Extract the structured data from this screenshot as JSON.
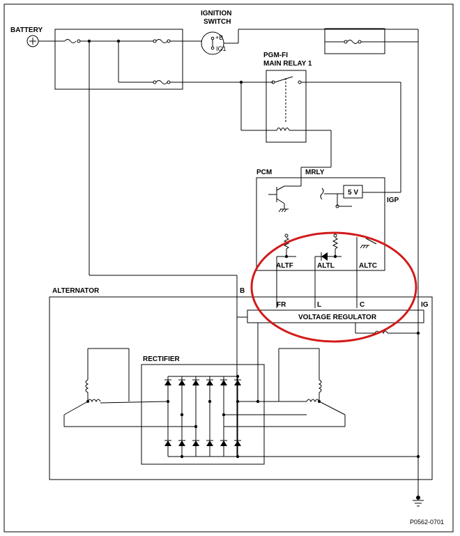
{
  "labels": {
    "battery": "BATTERY",
    "ignition_switch_l1": "IGNITION",
    "ignition_switch_l2": "SWITCH",
    "ig_plus_b": "+B",
    "ig_ig1": "IG1",
    "relay_l1": "PGM-FI",
    "relay_l2": "MAIN RELAY 1",
    "pcm": "PCM",
    "mrly": "MRLY",
    "five_v": "5 V",
    "igp": "IGP",
    "altf": "ALTF",
    "altl": "ALTL",
    "altc": "ALTC",
    "alternator": "ALTERNATOR",
    "b": "B",
    "fr": "FR",
    "l": "L",
    "c": "C",
    "ig": "IG",
    "voltage_regulator": "VOLTAGE REGULATOR",
    "rectifier": "RECTIFIER",
    "figure_code": "P0562-0701"
  },
  "colors": {
    "line": "#000000",
    "highlight": "#d21a1a"
  },
  "icons": [
    "battery-plus-icon",
    "fuse-icon",
    "relay-coil-icon",
    "transistor-icon",
    "diode-icon",
    "resistor-icon",
    "ground-icon",
    "stator-coil-icon"
  ]
}
